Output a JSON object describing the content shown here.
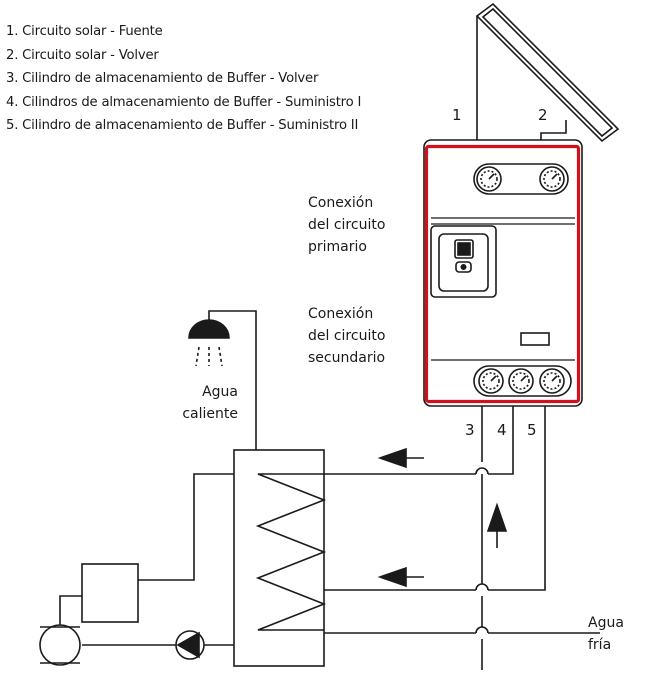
{
  "legend": [
    "1. Circuito solar - Fuente",
    "2. Circuito solar - Volver",
    "3. Cilindro de almacenamiento de Buffer - Volver",
    "4. Cilindros de almacenamiento de Buffer - Suministro I",
    "5. Cilindro de almacenamiento de Buffer - Suministro II"
  ],
  "labels": {
    "primary": [
      "Conexión",
      "del circuito",
      "primario"
    ],
    "secondary": [
      "Conexión",
      "del circuito",
      "secundario"
    ],
    "hot_water": [
      "Agua",
      "caliente"
    ],
    "cold_water": [
      "Agua",
      "fría"
    ]
  },
  "numbers": {
    "n1": "1",
    "n2": "2",
    "n3": "3",
    "n4": "4",
    "n5": "5"
  },
  "colors": {
    "unit_frame": "#d0121c",
    "line": "#1a1a1a"
  }
}
